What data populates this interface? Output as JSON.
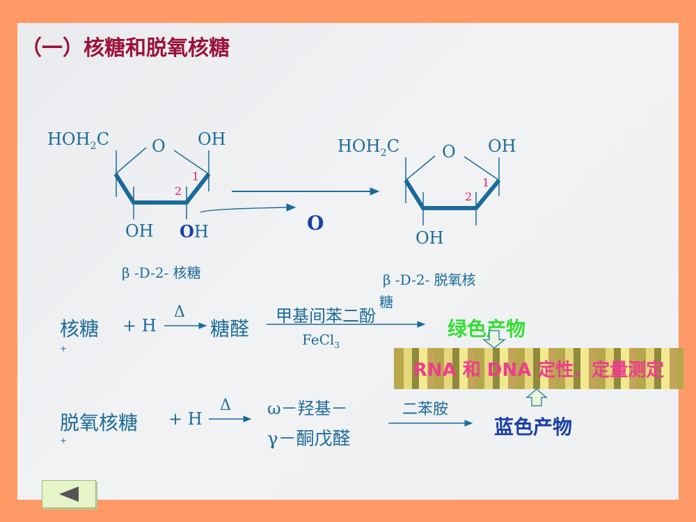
{
  "title": "（一）核糖和脱氧核糖",
  "ribose": {
    "ch2": "HOH",
    "ch2_sub": "2",
    "ch2_c": "C",
    "ring_o": "O",
    "oh_top": "OH",
    "oh_left": "OH",
    "oh_right_o": "O",
    "oh_right_h": "H",
    "c1": "1",
    "c2": "2",
    "name": "β -D-2- 核糖"
  },
  "removed_o": "O",
  "deoxyribose": {
    "ch2": "HOH",
    "ch2_sub": "2",
    "ch2_c": "C",
    "ring_o": "O",
    "oh_top": "OH",
    "oh_left": "OH",
    "c1": "1",
    "c2": "2",
    "name_line1": "β -D-2- 脱氧核",
    "name_line2": "糖"
  },
  "reaction1": {
    "reactant": "核糖",
    "plus_h": "+ H",
    "h_sup": "+",
    "delta": "Δ",
    "intermediate": "糖醛",
    "reagent_top": "甲基间苯二酚",
    "reagent_bottom": "FeCl",
    "reagent_sub": "3",
    "product": "绿色产物"
  },
  "reaction2": {
    "reactant": "脱氧核糖",
    "plus_h": "+ H",
    "h_sup": "+",
    "delta": "Δ",
    "intermediate_line1": "ω－羟基－",
    "intermediate_line2": "γ－酮戊醛",
    "reagent": "二苯胺",
    "product": "蓝色产物"
  },
  "banner": "RNA 和 DNA 定性、定量测定",
  "colors": {
    "border": "#FF9966",
    "title": "#9b1238",
    "text": "#1d6b98",
    "green": "#33dd33",
    "blue": "#1a3fa8",
    "pink": "#e0206a"
  },
  "nav": {
    "back_icon": "triangle-left-icon"
  }
}
